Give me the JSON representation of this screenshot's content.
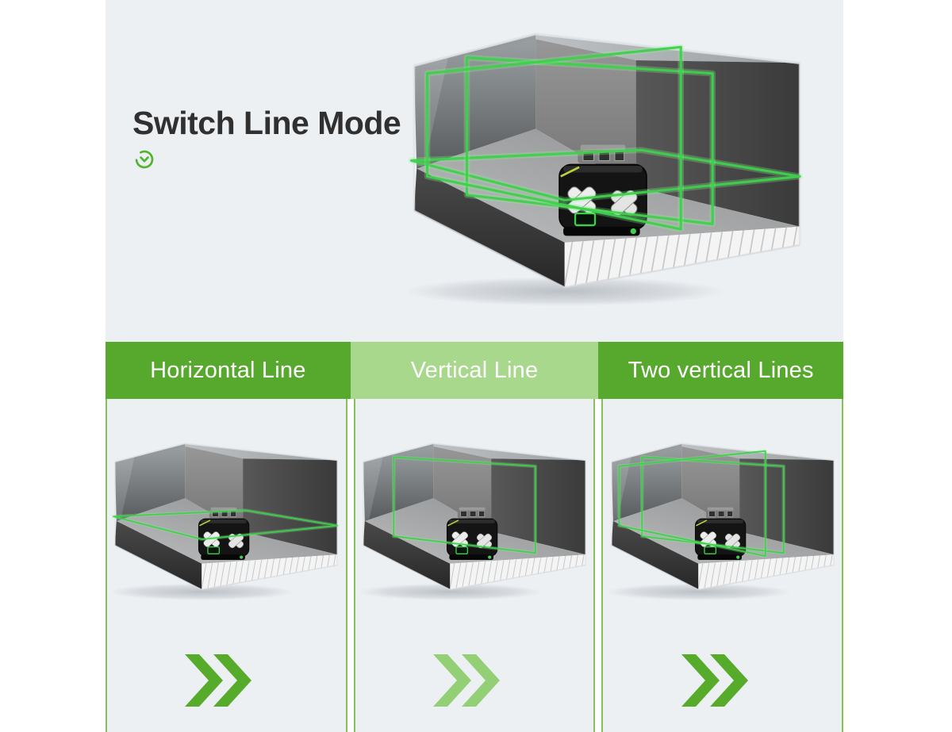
{
  "title": "Switch Line Mode",
  "hero": {
    "lines_mode": "all",
    "illustration": "laser-level-room-all-planes"
  },
  "modes": [
    {
      "label": "Horizontal Line",
      "tone": "dark",
      "lines_mode": "horizontal"
    },
    {
      "label": "Vertical Line",
      "tone": "light",
      "lines_mode": "vertical"
    },
    {
      "label": "Two vertical Lines",
      "tone": "dark",
      "lines_mode": "two-vertical"
    }
  ],
  "icons": {
    "mode_switch": "circle-chevron-down-icon",
    "next": "double-chevron-right-icon"
  },
  "colors": {
    "panel_bg": "#edf0f3",
    "title": "#303030",
    "green_dark": "#57a92d",
    "green_light": "#a7d88b",
    "border_green": "#85c35a",
    "arrow_dark": "#57ab2b",
    "arrow_light": "#93cf74",
    "laser": "#3ed04b"
  }
}
